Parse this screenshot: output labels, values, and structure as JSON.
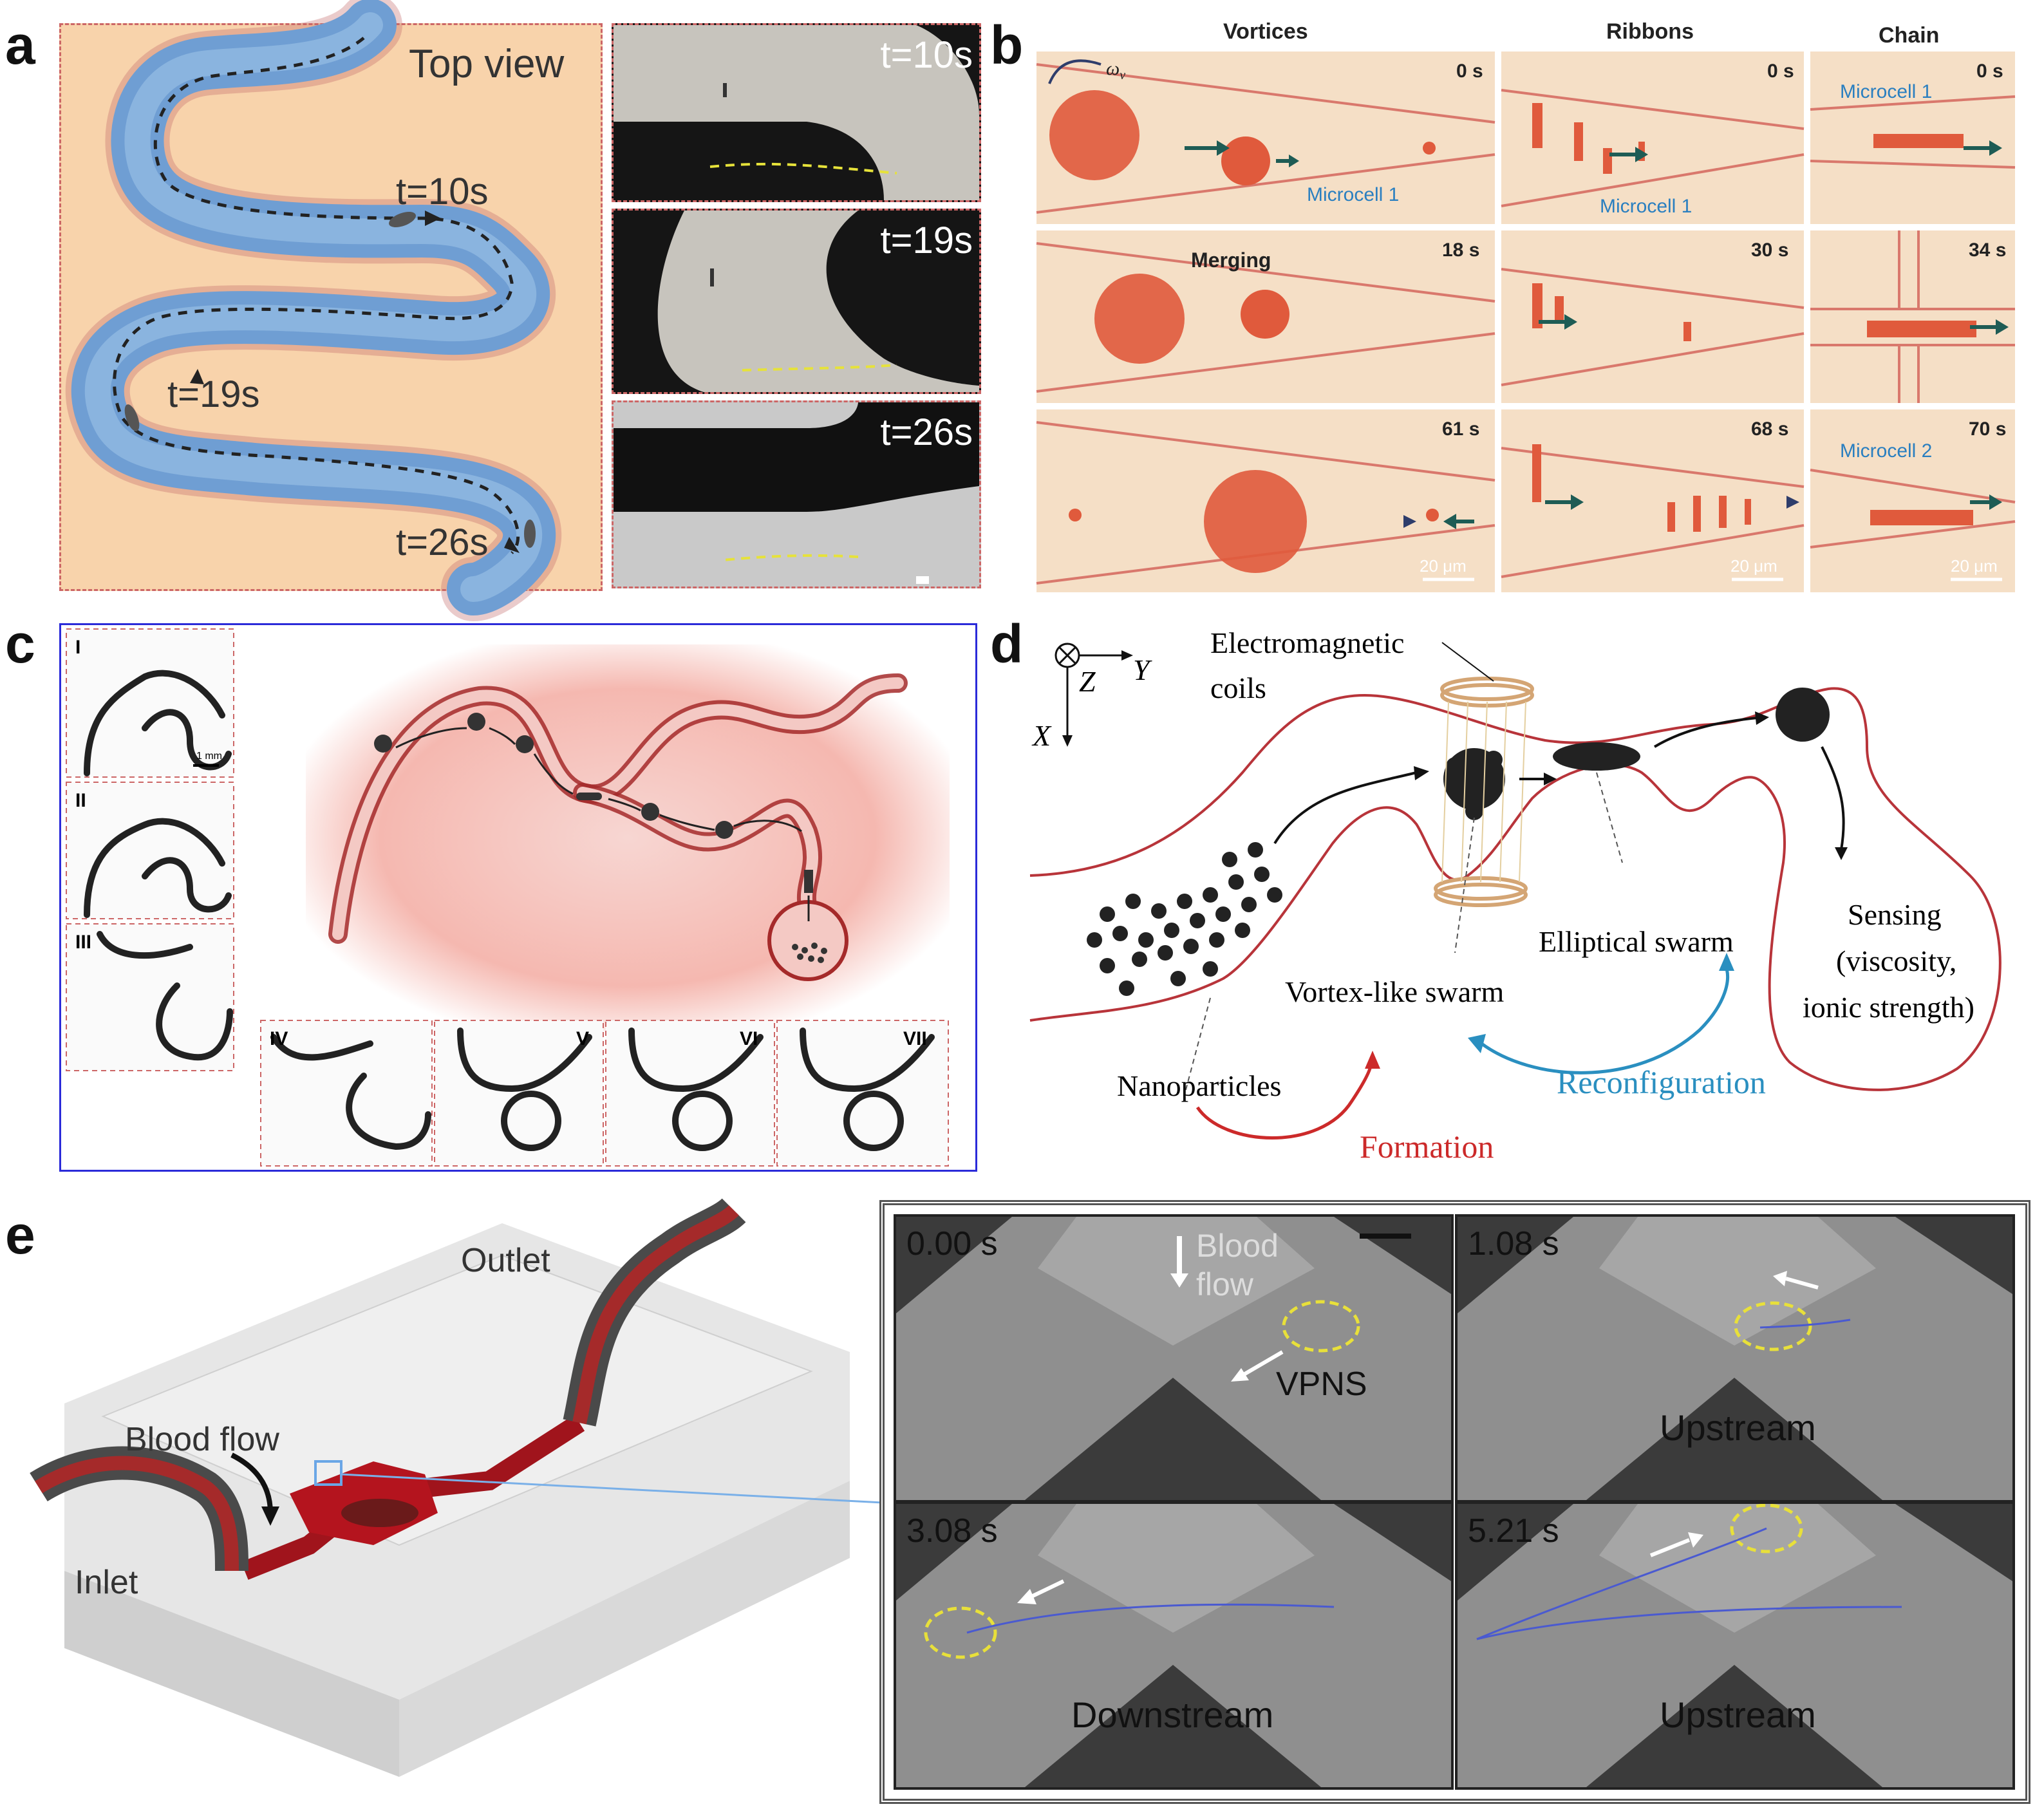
{
  "panel_a": {
    "label": "a",
    "top_view": "Top view",
    "t10": "t=10s",
    "t19": "t=19s",
    "t26": "t=26s",
    "frames": [
      "t=10s",
      "t=19s",
      "t=26s"
    ]
  },
  "panel_b": {
    "label": "b",
    "col_vortices": "Vortices",
    "col_ribbons": "Ribbons",
    "col_chain": "Chain",
    "omega": "ω",
    "omega_sub": "v",
    "microcell1": "Microcell 1",
    "microcell2": "Microcell 2",
    "merging": "Merging",
    "scale": "20 μm",
    "times": [
      [
        "0 s",
        "0 s",
        "0 s"
      ],
      [
        "18 s",
        "30 s",
        "34 s"
      ],
      [
        "61 s",
        "68 s",
        "70 s"
      ]
    ]
  },
  "panel_c": {
    "label": "c",
    "numerals": [
      "I",
      "II",
      "III",
      "IV",
      "V",
      "VI",
      "VII"
    ],
    "scale": "1 mm"
  },
  "panel_d": {
    "label": "d",
    "axis_z": "Z",
    "axis_y": "Y",
    "axis_x": "X",
    "coils": [
      "Electromagnetic",
      "coils"
    ],
    "nanoparticles": "Nanoparticles",
    "vortex": "Vortex-like swarm",
    "elliptical": "Elliptical swarm",
    "sensing": [
      "Sensing",
      "(viscosity,",
      "ionic strength)"
    ],
    "reconfiguration": "Reconfiguration",
    "formation": "Formation",
    "colors": {
      "channel": "#b8343a",
      "reconfig": "#2a8fc0",
      "formation": "#cc2a2a"
    }
  },
  "panel_e": {
    "label": "e",
    "outlet": "Outlet",
    "inlet": "Inlet",
    "blood_flow": "Blood flow",
    "frames": [
      {
        "time": "0.00 s",
        "caption": "",
        "flow": [
          "Blood",
          "flow"
        ],
        "vpns": "VPNS"
      },
      {
        "time": "1.08 s",
        "caption": "Upstream"
      },
      {
        "time": "3.08 s",
        "caption": "Downstream"
      },
      {
        "time": "5.21 s",
        "caption": "Upstream"
      }
    ]
  }
}
